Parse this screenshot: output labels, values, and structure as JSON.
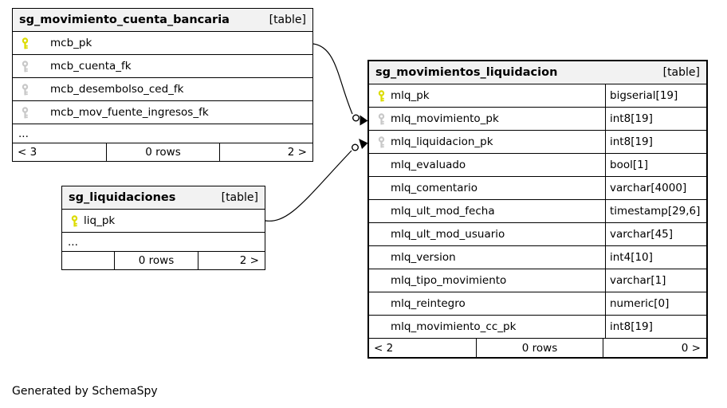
{
  "note": "Generated by SchemaSpy",
  "colors": {
    "primary_key": "#dcdc00",
    "foreign_key": "#c8c8c8",
    "header_bg": "#f2f2f2",
    "border": "#000000"
  },
  "icons": {
    "primary_key_icon": "yellow key",
    "foreign_key_icon": "gray key"
  },
  "tables": [
    {
      "name": "sg_movimiento_cuenta_bancaria",
      "type_badge": "[table]",
      "columns": [
        {
          "name": "mcb_pk",
          "key": "primary"
        },
        {
          "name": "mcb_cuenta_fk",
          "key": "foreign"
        },
        {
          "name": "mcb_desembolso_ced_fk",
          "key": "foreign"
        },
        {
          "name": "mcb_mov_fuente_ingresos_fk",
          "key": "foreign"
        }
      ],
      "truncated_indicator": "...",
      "footer": {
        "left_pager": "< 3",
        "rows": "0 rows",
        "right_pager": "2 >"
      }
    },
    {
      "name": "sg_liquidaciones",
      "type_badge": "[table]",
      "columns": [
        {
          "name": "liq_pk",
          "key": "primary"
        }
      ],
      "truncated_indicator": "...",
      "footer": {
        "left_pager": "",
        "rows": "0 rows",
        "right_pager": "2 >"
      }
    },
    {
      "name": "sg_movimientos_liquidacion",
      "type_badge": "[table]",
      "columns": [
        {
          "name": "mlq_pk",
          "type": "bigserial[19]",
          "key": "primary"
        },
        {
          "name": "mlq_movimiento_pk",
          "type": "int8[19]",
          "key": "foreign"
        },
        {
          "name": "mlq_liquidacion_pk",
          "type": "int8[19]",
          "key": "foreign"
        },
        {
          "name": "mlq_evaluado",
          "type": "bool[1]",
          "key": "none"
        },
        {
          "name": "mlq_comentario",
          "type": "varchar[4000]",
          "key": "none"
        },
        {
          "name": "mlq_ult_mod_fecha",
          "type": "timestamp[29,6]",
          "key": "none"
        },
        {
          "name": "mlq_ult_mod_usuario",
          "type": "varchar[45]",
          "key": "none"
        },
        {
          "name": "mlq_version",
          "type": "int4[10]",
          "key": "none"
        },
        {
          "name": "mlq_tipo_movimiento",
          "type": "varchar[1]",
          "key": "none"
        },
        {
          "name": "mlq_reintegro",
          "type": "numeric[0]",
          "key": "none"
        },
        {
          "name": "mlq_movimiento_cc_pk",
          "type": "int8[19]",
          "key": "none"
        }
      ],
      "footer": {
        "left_pager": "< 2",
        "rows": "0 rows",
        "right_pager": "0 >"
      }
    }
  ],
  "relationships": [
    {
      "from_table": "sg_movimiento_cuenta_bancaria",
      "from_column": "mcb_pk",
      "to_table": "sg_movimientos_liquidacion",
      "to_column": "mlq_movimiento_pk"
    },
    {
      "from_table": "sg_liquidaciones",
      "from_column": "liq_pk",
      "to_table": "sg_movimientos_liquidacion",
      "to_column": "mlq_liquidacion_pk"
    }
  ]
}
